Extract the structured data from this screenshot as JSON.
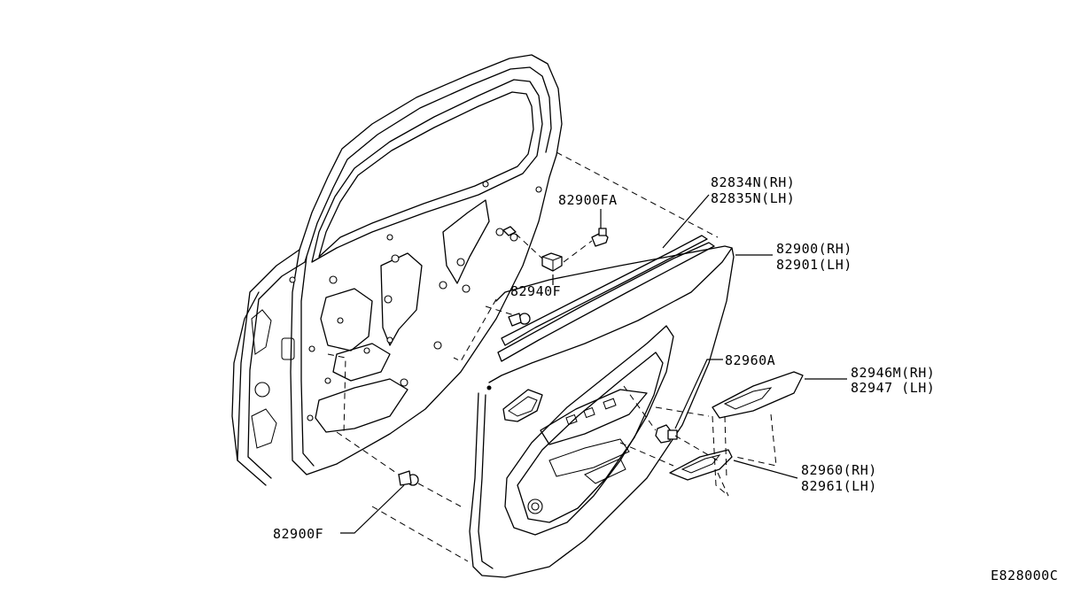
{
  "diagram_code": "E828000C",
  "callouts": [
    {
      "id": "weatherstrip",
      "lines": [
        "82834N(RH)",
        "82835N(LH)"
      ]
    },
    {
      "id": "finisher-assy",
      "lines": [
        "82900(RH)",
        "82901(LH)"
      ]
    },
    {
      "id": "clip-upper",
      "lines": [
        "82900FA"
      ]
    },
    {
      "id": "bracket",
      "lines": [
        "82940F"
      ]
    },
    {
      "id": "clip-lower",
      "lines": [
        "82900F"
      ]
    },
    {
      "id": "screw",
      "lines": [
        "82960A"
      ]
    },
    {
      "id": "armrest-upper",
      "lines": [
        "82946M(RH)",
        "82947 (LH)"
      ]
    },
    {
      "id": "armrest-lower",
      "lines": [
        "82960(RH)",
        "82961(LH)"
      ]
    }
  ]
}
